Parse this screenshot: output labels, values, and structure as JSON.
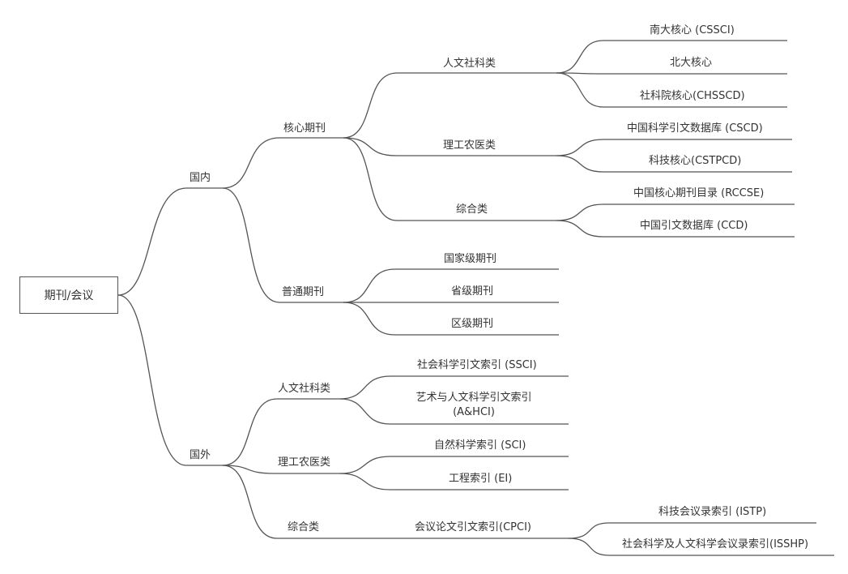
{
  "mindmap": {
    "root": "期刊/会议",
    "domestic": {
      "label": "国内",
      "core": {
        "label": "核心期刊",
        "humanities": {
          "label": "人文社科类",
          "items": [
            "南大核心 (CSSCI)",
            "北大核心",
            "社科院核心(CHSSCD)"
          ]
        },
        "science": {
          "label": "理工农医类",
          "items": [
            "中国科学引文数据库 (CSCD)",
            "科技核心(CSTPCD)"
          ]
        },
        "general": {
          "label": "综合类",
          "items": [
            "中国核心期刊目录 (RCCSE)",
            "中国引文数据库 (CCD)"
          ]
        }
      },
      "ordinary": {
        "label": "普通期刊",
        "items": [
          "国家级期刊",
          "省级期刊",
          "区级期刊"
        ]
      }
    },
    "foreign": {
      "label": "国外",
      "humanities": {
        "label": "人文社科类",
        "items": [
          "社会科学引文索引 (SSCI)",
          "艺术与人文科学引文索引\n(A&HCI)"
        ]
      },
      "science": {
        "label": "理工农医类",
        "items": [
          "自然科学索引 (SCI)",
          "工程索引 (EI)"
        ]
      },
      "general": {
        "label": "综合类",
        "cpci": {
          "label": "会议论文引文索引(CPCI)",
          "items": [
            "科技会议录索引 (ISTP)",
            "社会科学及人文科学会议录索引(ISSHP)"
          ]
        }
      }
    }
  }
}
